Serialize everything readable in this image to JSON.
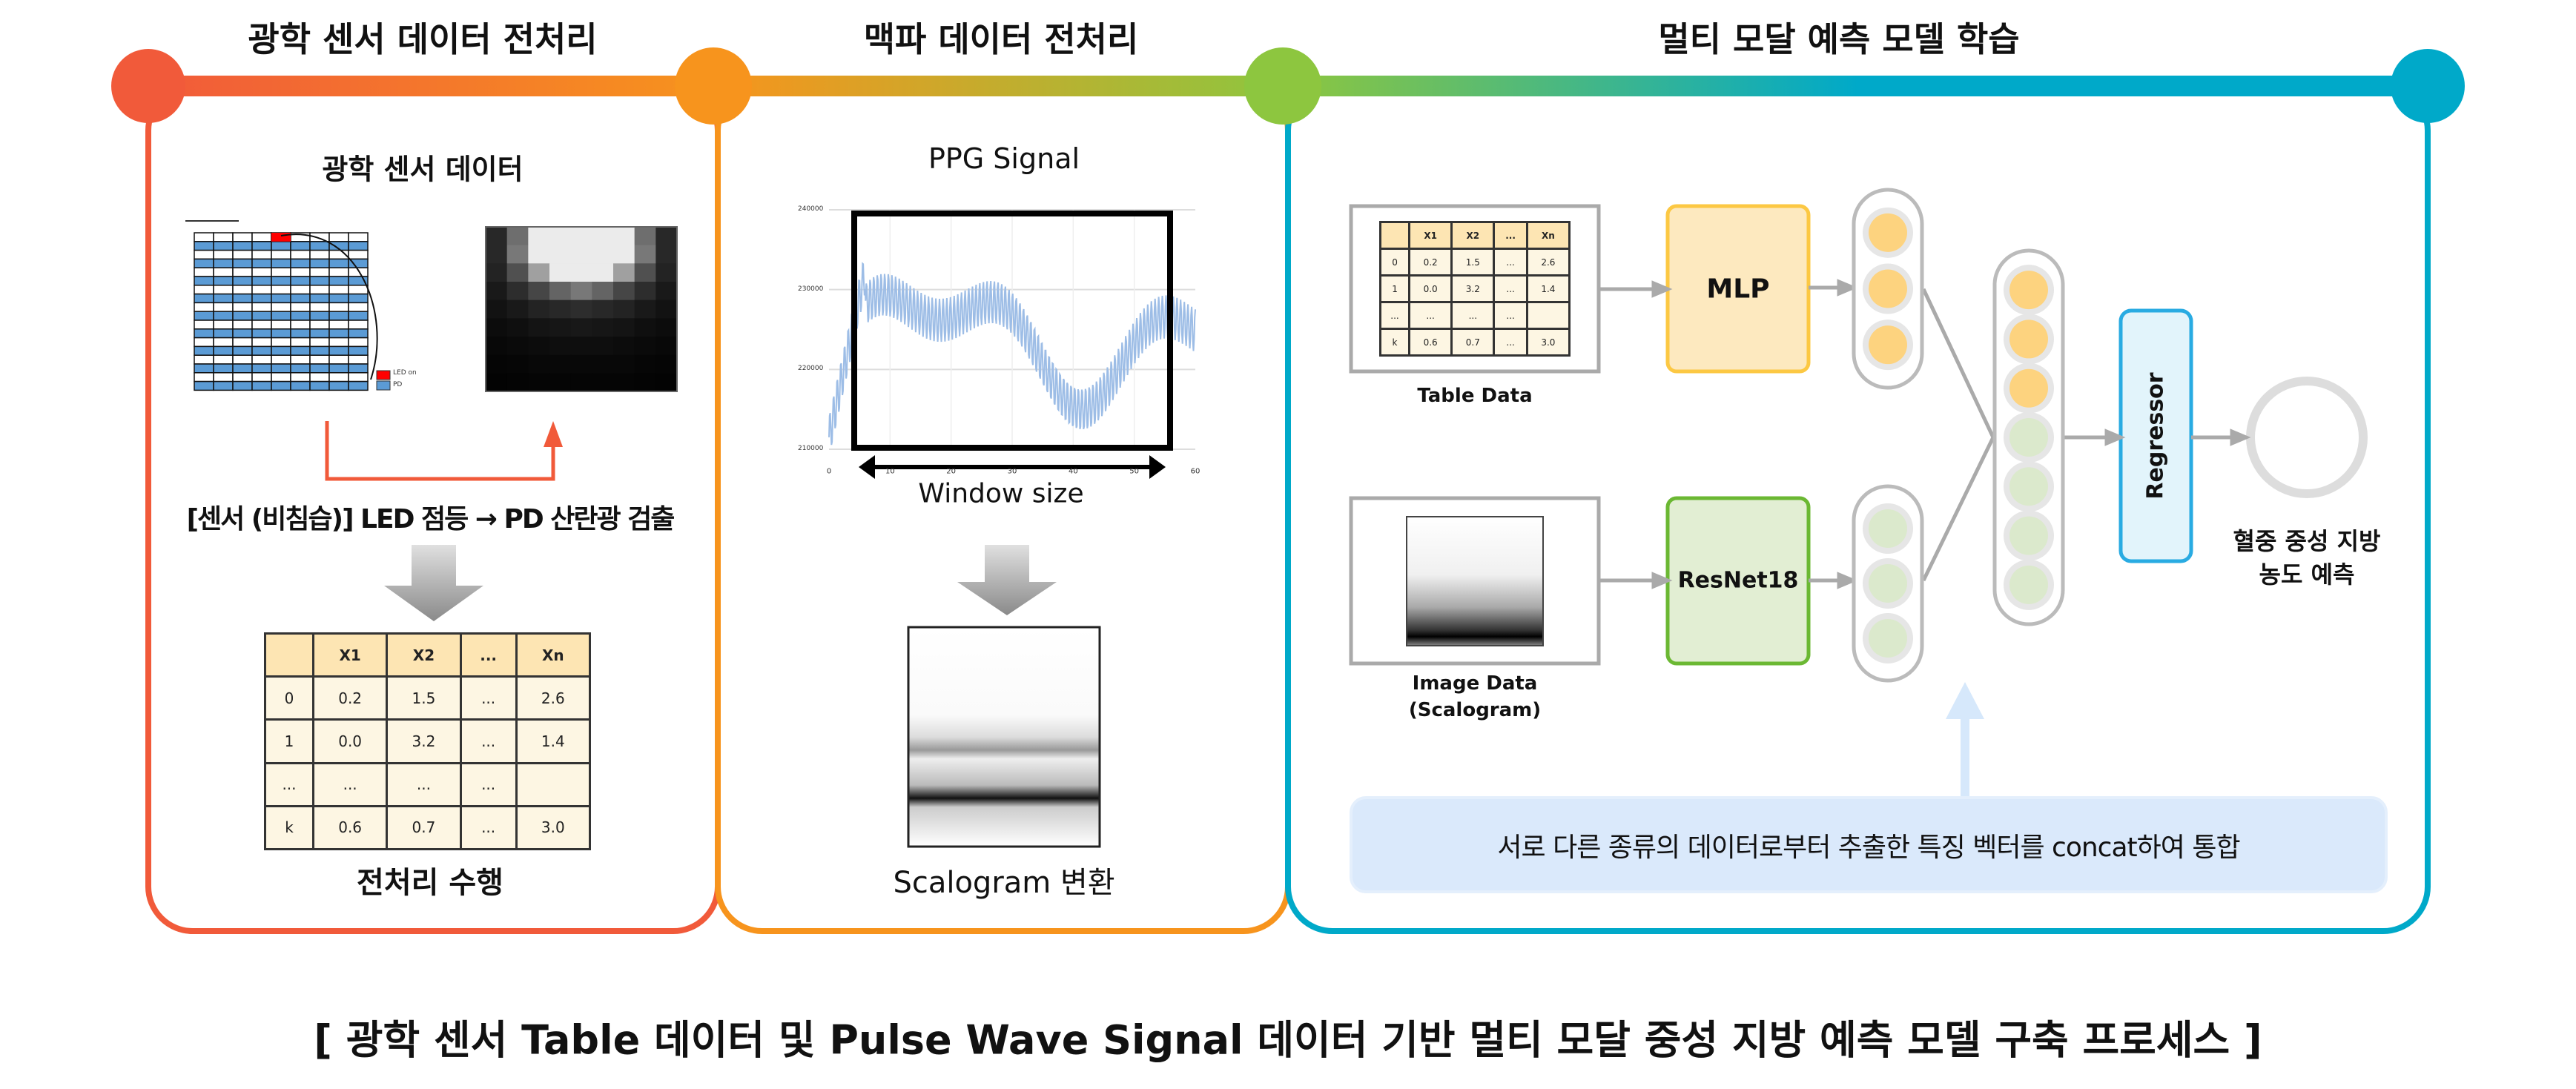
{
  "stages": [
    {
      "title": "광학 센서 데이터 전처리",
      "color": "#f15a3a"
    },
    {
      "title": "맥파 데이터 전처리",
      "color": "#f7941d"
    },
    {
      "title": "멀티 모달 예측 모델 학습",
      "color": "#00a9c9"
    }
  ],
  "stage4_color": "#8dc63f",
  "panel1": {
    "heading": "광학 센서 데이터",
    "legend": {
      "led": "LED on",
      "pd": "PD"
    },
    "caption": "[센서 (비침습)] LED 점등 → PD 산란광 검출",
    "table": {
      "rows": [
        [
          "",
          "X1",
          "X2",
          "...",
          "Xn"
        ],
        [
          "0",
          "0.2",
          "1.5",
          "...",
          "2.6"
        ],
        [
          "1",
          "0.0",
          "3.2",
          "...",
          "1.4"
        ],
        [
          "...",
          "...",
          "...",
          "...",
          ""
        ],
        [
          "k",
          "0.6",
          "0.7",
          "...",
          "3.0"
        ]
      ]
    },
    "footer": "전처리 수행"
  },
  "panel2": {
    "heading": "PPG Signal",
    "chart": {
      "y_ticks": [
        "240000",
        "230000",
        "220000",
        "210000"
      ],
      "x_ticks": [
        "0",
        "10",
        "20",
        "30",
        "40",
        "50",
        "60"
      ]
    },
    "window_label": "Window size",
    "footer": "Scalogram 변환"
  },
  "panel3": {
    "table_label": "Table Data",
    "table": {
      "rows": [
        [
          "",
          "X1",
          "X2",
          "...",
          "Xn"
        ],
        [
          "0",
          "0.2",
          "1.5",
          "...",
          "2.6"
        ],
        [
          "1",
          "0.0",
          "3.2",
          "...",
          "1.4"
        ],
        [
          "...",
          "...",
          "...",
          "...",
          ""
        ],
        [
          "k",
          "0.6",
          "0.7",
          "...",
          "3.0"
        ]
      ]
    },
    "image_label_1": "Image Data",
    "image_label_2": "(Scalogram)",
    "mlp": "MLP",
    "resnet": "ResNet18",
    "regressor": "Regressor",
    "output_1": "혈중 중성 지방",
    "output_2": "농도 예측",
    "concat_note": "서로 다른 종류의 데이터로부터 추출한 특징 벡터를 concat하여 통합"
  },
  "caption": "[ 광학 센서 Table 데이터 및 Pulse Wave Signal 데이터 기반 멀티 모달 중성 지방 예측 모델 구축 프로세스 ]"
}
